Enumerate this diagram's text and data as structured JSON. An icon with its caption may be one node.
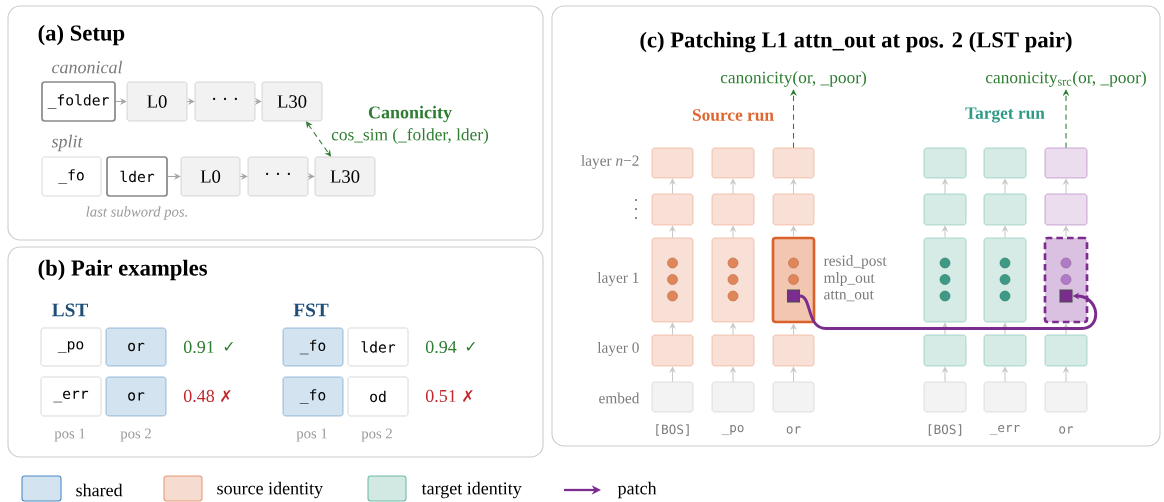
{
  "diagram": {
    "nodes": [
      {
        "text": [
          "(a) Setup"
        ]
      },
      {
        "text": [
          "_folder"
        ],
        "in": 0
      },
      {
        "text": [
          "L0"
        ],
        "in": 0
      },
      {
        "text": [
          "· · ·"
        ],
        "in": 0
      },
      {
        "text": [
          "L30"
        ],
        "in": 0
      },
      {
        "text": [
          "_fo"
        ],
        "in": 0
      },
      {
        "text": [
          "lder"
        ],
        "in": 0
      },
      {
        "text": [
          "L0"
        ],
        "in": 0
      },
      {
        "text": [
          "· · ·"
        ],
        "in": 0
      },
      {
        "text": [
          "L30"
        ],
        "in": 0
      },
      {
        "text": [
          "(b) Pair examples"
        ]
      },
      {
        "text": [
          "_po"
        ],
        "in": 10
      },
      {
        "text": [
          "or"
        ],
        "in": 10
      },
      {
        "text": [
          "_fo"
        ],
        "in": 10
      },
      {
        "text": [
          "lder"
        ],
        "in": 10
      },
      {
        "text": [
          "_err"
        ],
        "in": 10
      },
      {
        "text": [
          "or"
        ],
        "in": 10
      },
      {
        "text": [
          "_fo"
        ],
        "in": 10
      },
      {
        "text": [
          "od"
        ],
        "in": 10
      },
      {
        "text": [
          "(c) Patching L1 attn_out at pos. 2 (LST pair)"
        ]
      },
      {
        "text": [
          "canonicity(or, _poor)"
        ],
        "in": 19
      },
      {
        "text": [
          "canonicity$_{src}$(or, _poor)"
        ],
        "in": 19
      },
      {
        "text": [],
        "shape": "box",
        "in": 19
      },
      {
        "text": [],
        "shape": "box",
        "in": 19
      },
      {
        "text": [],
        "shape": "box",
        "in": 19
      },
      {
        "text": [],
        "shape": "box",
        "in": 19
      },
      {
        "text": [],
        "shape": "box",
        "in": 19
      },
      {
        "text": [],
        "shape": "box",
        "in": 19
      },
      {
        "text": [],
        "shape": "box",
        "in": 19
      },
      {
        "text": [],
        "shape": "box",
        "in": 19
      },
      {
        "text": [],
        "shape": "box",
        "in": 19
      },
      {
        "text": [],
        "shape": "box",
        "in": 19
      },
      {
        "text": [],
        "shape": "box",
        "in": 19
      },
      {
        "text": [],
        "shape": "box",
        "in": 19
      },
      {
        "text": [],
        "shape": "box",
        "in": 19
      },
      {
        "text": [],
        "shape": "box",
        "in": 19
      },
      {
        "text": [],
        "shape": "box",
        "in": 19
      },
      {
        "text": [],
        "shape": "box",
        "in": 19
      },
      {
        "text": [],
        "shape": "box",
        "in": 19
      },
      {
        "text": [],
        "shape": "box",
        "in": 19
      },
      {
        "text": [],
        "shape": "box",
        "in": 19
      },
      {
        "text": [],
        "shape": "box",
        "in": 19
      },
      {
        "text": [],
        "shape": "box",
        "in": 19
      },
      {
        "text": [],
        "shape": "box",
        "in": 19
      },
      {
        "text": [],
        "shape": "box",
        "in": 19
      },
      {
        "text": [],
        "shape": "box",
        "in": 19
      },
      {
        "text": [],
        "shape": "box",
        "in": 19
      },
      {
        "text": [],
        "shape": "box",
        "in": 19
      },
      {
        "text": [],
        "shape": "box",
        "in": 19
      },
      {
        "text": [],
        "shape": "box",
        "in": 19
      },
      {
        "text": [],
        "shape": "box",
        "in": 19
      },
      {
        "text": [],
        "shape": "box",
        "in": 19
      },
      {
        "text": [],
        "shape": "box",
        "in": 36
      },
      {
        "text": [],
        "shape": "box",
        "in": 39
      }
    ],
    "edges": [
      {
        "from": 1,
        "to": 2,
        "arrow": "to",
        "color": "#a6a6a6"
      },
      {
        "from": 2,
        "to": 3,
        "arrow": "to",
        "color": "#a6a6a6"
      },
      {
        "from": 3,
        "to": 4,
        "arrow": "to",
        "color": "#a6a6a6"
      },
      {
        "from": 6,
        "to": 7,
        "arrow": "to",
        "color": "#a6a6a6"
      },
      {
        "from": 7,
        "to": 8,
        "arrow": "to",
        "color": "#a6a6a6"
      },
      {
        "from": 8,
        "to": 9,
        "arrow": "to",
        "color": "#a6a6a6"
      },
      {
        "from": 4,
        "to": 9,
        "arrow": "both",
        "style": "dashed",
        "color": "#2e7d32",
        "label": "cos_sim (_folder, lder)"
      },
      {
        "from": 46,
        "to": 40,
        "arrow": "to"
      },
      {
        "from": 40,
        "to": 34,
        "arrow": "to"
      },
      {
        "from": 34,
        "to": 28,
        "arrow": "to"
      },
      {
        "from": 28,
        "to": 22,
        "arrow": "to"
      },
      {
        "from": 47,
        "to": 41,
        "arrow": "to"
      },
      {
        "from": 41,
        "to": 35,
        "arrow": "to"
      },
      {
        "from": 35,
        "to": 29,
        "arrow": "to"
      },
      {
        "from": 29,
        "to": 23,
        "arrow": "to"
      },
      {
        "from": 48,
        "to": 42,
        "arrow": "to"
      },
      {
        "from": 42,
        "to": 36,
        "arrow": "to"
      },
      {
        "from": 36,
        "to": 30,
        "arrow": "to"
      },
      {
        "from": 30,
        "to": 24,
        "arrow": "to"
      },
      {
        "from": 49,
        "to": 43,
        "arrow": "to"
      },
      {
        "from": 43,
        "to": 37,
        "arrow": "to"
      },
      {
        "from": 37,
        "to": 31,
        "arrow": "to"
      },
      {
        "from": 31,
        "to": 25,
        "arrow": "to"
      },
      {
        "from": 50,
        "to": 44,
        "arrow": "to"
      },
      {
        "from": 44,
        "to": 38,
        "arrow": "to"
      },
      {
        "from": 38,
        "to": 32,
        "arrow": "to"
      },
      {
        "from": 32,
        "to": 26,
        "arrow": "to"
      },
      {
        "from": 51,
        "to": 45,
        "arrow": "to"
      },
      {
        "from": 45,
        "to": 39,
        "arrow": "to"
      },
      {
        "from": 39,
        "to": 33,
        "arrow": "to"
      },
      {
        "from": 33,
        "to": 27,
        "arrow": "to"
      },
      {
        "from": 24,
        "to": 20,
        "arrow": "to",
        "style": "dashed",
        "color": "#2e7d32"
      },
      {
        "from": 27,
        "to": 21,
        "arrow": "to",
        "style": "dashed",
        "color": "#2e7d32"
      },
      {
        "from": 52,
        "to": 53,
        "arrow": "to",
        "style": "thick",
        "color": "#7b2d8e"
      }
    ],
    "labels": [
      "canonical",
      "split",
      "last subword pos.",
      "Canonicity",
      "LST",
      "FST",
      "0.91",
      "✓",
      "0.48",
      "✗",
      "0.94",
      "✓",
      "0.51",
      "✗",
      "pos 1",
      "pos 2",
      "pos 1",
      "pos 2",
      "Source run",
      "Target run",
      "layer *n*−2",
      "layer 1",
      "layer 0",
      "embed",
      "resid_post",
      "mlp_out",
      "attn_out",
      "[BOS]",
      "_po",
      "or",
      "[BOS]",
      "_err",
      "or"
    ],
    "legend": [
      {
        "text": "shared",
        "color": "#d3e4f0"
      },
      {
        "text": "source identity",
        "color": "#f6dbd0"
      },
      {
        "text": "target identity",
        "color": "#d2e8e2"
      },
      {
        "text": "patch"
      }
    ]
  }
}
